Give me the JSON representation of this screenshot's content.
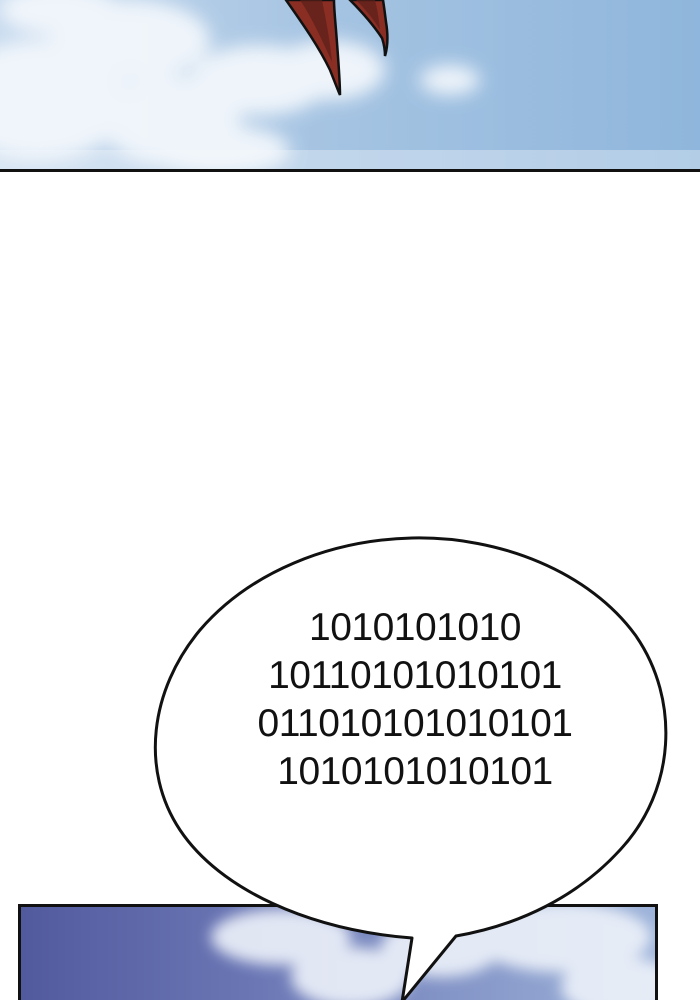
{
  "speech_bubble": {
    "lines": [
      "1010101010",
      "10110101010101",
      "011010101010101",
      "1010101010101"
    ]
  },
  "colors": {
    "sky_light": "#cfe0f2",
    "sky_mid": "#94b9dd",
    "sky_deep_bottom_panel": "#5a63a8",
    "cloud": "#f4f8fc",
    "cape_dark_red": "#5a1f1a",
    "cape_red": "#8a2e24",
    "ink": "#111111",
    "paper": "#ffffff"
  },
  "icons": {
    "cape_tips": "cape-tips-illustration",
    "clouds": "cloud-illustration"
  }
}
